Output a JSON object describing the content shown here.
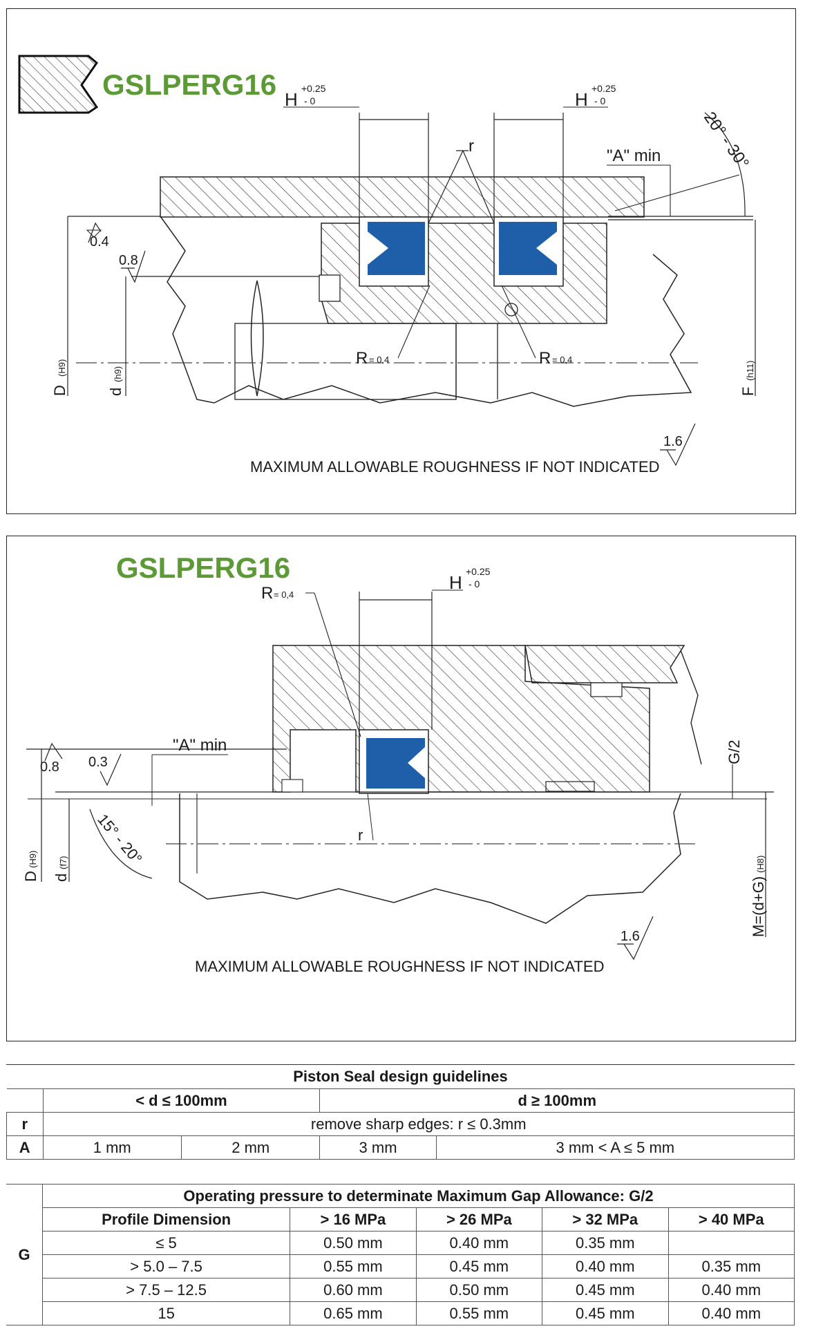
{
  "drawing1": {
    "brand": "GSLPERG16",
    "h_left_main": "H",
    "h_left_tol_plus": "+0.25",
    "h_left_tol_minus": "- 0",
    "h_right_main": "H",
    "h_right_tol_plus": "+0.25",
    "h_right_tol_minus": "- 0",
    "r_label": "r",
    "a_min": "\"A\" min",
    "angle": "20° - 30°",
    "rough_04": "0.4",
    "rough_08": "0.8",
    "d_label": "D",
    "d_tol": "(H9)",
    "dd_label": "d",
    "dd_tol": "(h9)",
    "f_label": "F",
    "f_tol": "(h11)",
    "r04_left": "R",
    "r04_left_val": "= 0,4",
    "r04_right": "R",
    "r04_right_val": "= 0,4",
    "rough_16": "1.6",
    "note": "MAXIMUM ALLOWABLE ROUGHNESS IF NOT INDICATED"
  },
  "drawing2": {
    "brand": "GSLPERG16",
    "h_main": "H",
    "h_tol_plus": "+0.25",
    "h_tol_minus": "- 0",
    "r04": "R",
    "r04_val": "= 0,4",
    "rough_08": "0.8",
    "rough_03": "0.3",
    "a_min": "\"A\" min",
    "g2": "G/2",
    "r_label": "r",
    "angle": "15° - 20°",
    "d_label": "D",
    "d_tol": "(H9)",
    "dd_label": "d",
    "dd_tol": "(f7)",
    "m_label": "M=(d+G)",
    "m_tol": "(H8)",
    "rough_16": "1.6",
    "note": "MAXIMUM ALLOWABLE ROUGHNESS IF NOT INDICATED"
  },
  "guidelines": {
    "title": "Piston Seal design guidelines",
    "col_small": "< d ≤ 100mm",
    "col_large": "d ≥ 100mm",
    "r_label": "r",
    "r_value": "remove sharp edges: r  ≤ 0.3mm",
    "a_label": "A",
    "a_values": [
      "1 mm",
      "2 mm",
      "3 mm",
      "3 mm < A ≤ 5 mm"
    ]
  },
  "pressure": {
    "title": "Operating pressure to determinate Maximum Gap Allowance: G/2",
    "g_label": "G",
    "headers": [
      "Profile Dimension",
      "> 16 MPa",
      "> 26 MPa",
      "> 32 MPa",
      "> 40 MPa"
    ],
    "rows": [
      [
        "≤ 5",
        "0.50 mm",
        "0.40 mm",
        "0.35 mm",
        ""
      ],
      [
        "> 5.0 – 7.5",
        "0.55 mm",
        "0.45 mm",
        "0.40 mm",
        "0.35 mm"
      ],
      [
        "> 7.5 – 12.5",
        "0.60 mm",
        "0.50 mm",
        "0.45 mm",
        "0.40 mm"
      ],
      [
        "15",
        "0.65 mm",
        "0.55 mm",
        "0.45 mm",
        "0.40 mm"
      ]
    ]
  },
  "colors": {
    "seal": "#1f5ea9",
    "brand": "#5b9a35"
  }
}
